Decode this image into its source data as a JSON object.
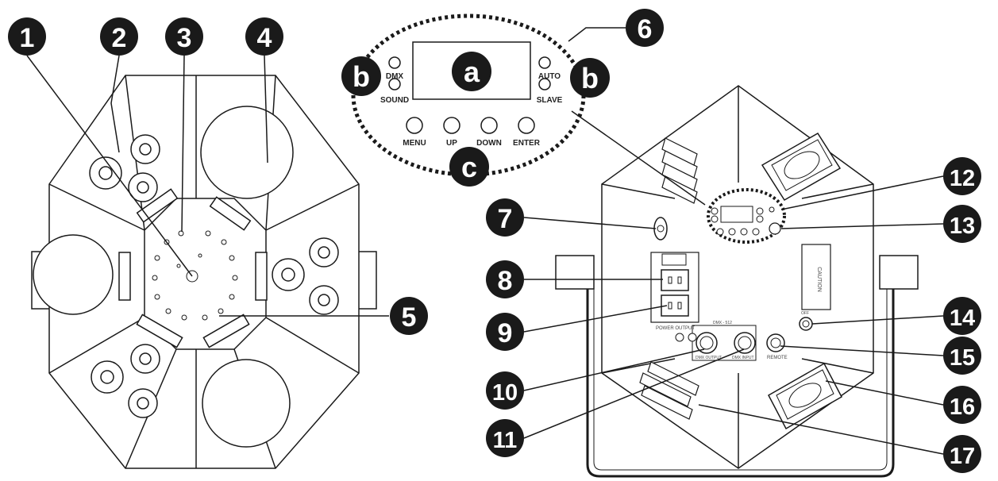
{
  "diagram": {
    "callouts": [
      "1",
      "2",
      "3",
      "4",
      "5",
      "6",
      "7",
      "8",
      "9",
      "10",
      "11",
      "12",
      "13",
      "14",
      "15",
      "16",
      "17"
    ],
    "panel_letters": {
      "a": "a",
      "b_left": "b",
      "b_right": "b",
      "c": "c"
    },
    "control_panel": {
      "dmx": "DMX",
      "sound": "SOUND",
      "auto": "AUTO",
      "slave": "SLAVE",
      "menu": "MENU",
      "up": "UP",
      "down": "DOWN",
      "enter": "ENTER"
    },
    "rear_labels": {
      "power_output": "POWER OUTPUT",
      "remote": "REMOTE",
      "dmx_output": "DMX OUTPUT",
      "dmx_input": "DMX INPUT",
      "dmx_512": "DMX - 512",
      "caution": "CAUTION",
      "off": "OFF"
    },
    "colors": {
      "ink": "#1a1a1a",
      "badge": "#1a1a1a",
      "badge_text": "#ffffff",
      "fill": "#ffffff"
    }
  }
}
